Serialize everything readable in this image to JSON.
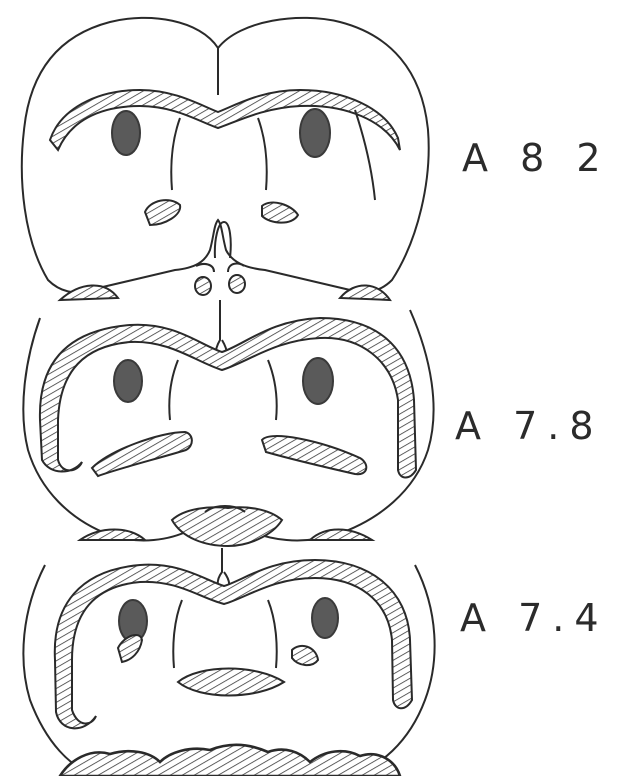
{
  "figure": {
    "sections": [
      {
        "label": "A 8 2"
      },
      {
        "label": "A 7.8"
      },
      {
        "label": "A 7.4"
      }
    ],
    "colors": {
      "outline": "#2a2a2a",
      "hatch": "#3a3a3a",
      "nucleus_fill": "#5a5a5a",
      "background": "#ffffff"
    }
  }
}
